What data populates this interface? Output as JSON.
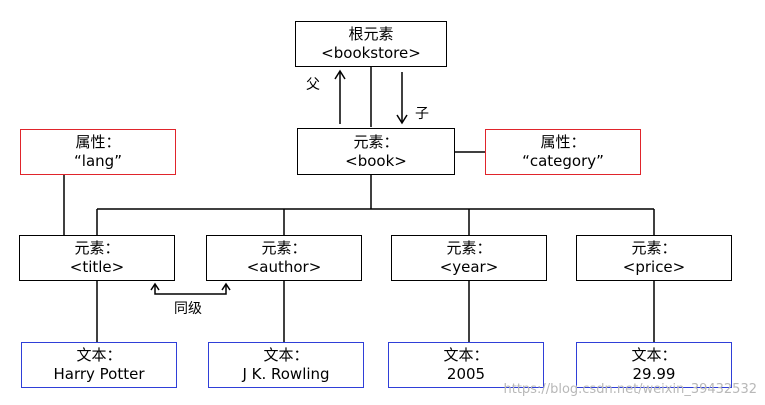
{
  "nodes": {
    "root": {
      "title": "根元素",
      "name": "<bookstore>"
    },
    "book": {
      "title": "元素：",
      "name": "<book>"
    },
    "lang": {
      "title": "属性：",
      "name": "“lang”"
    },
    "category": {
      "title": "属性：",
      "name": "“category”"
    },
    "title_el": {
      "title": "元素：",
      "name": "<title>"
    },
    "author_el": {
      "title": "元素：",
      "name": "<author>"
    },
    "year_el": {
      "title": "元素：",
      "name": "<year>"
    },
    "price_el": {
      "title": "元素：",
      "name": "<price>"
    },
    "title_text": {
      "title": "文本：",
      "name": "Harry Potter"
    },
    "author_text": {
      "title": "文本：",
      "name": "J K. Rowling"
    },
    "year_text": {
      "title": "文本：",
      "name": "2005"
    },
    "price_text": {
      "title": "文本：",
      "name": "29.99"
    }
  },
  "labels": {
    "parent": "父",
    "child": "子",
    "sibling": "同级"
  },
  "colors": {
    "element_border": "#000000",
    "attribute_border": "#e0242b",
    "text_border": "#2f3fd8"
  },
  "watermark": "https://blog.csdn.net/weixin_39432532"
}
